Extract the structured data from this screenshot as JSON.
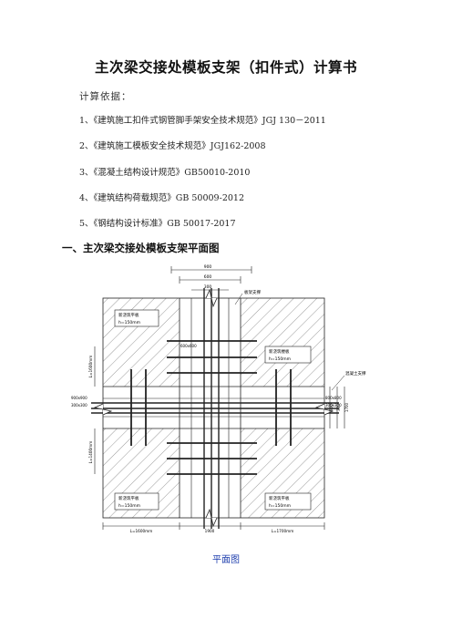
{
  "document": {
    "title": "主次梁交接处模板支架（扣件式）计算书",
    "basis_label": "计算依据：",
    "references": [
      "1、《建筑施工扣件式钢管脚手架安全技术规范》JGJ 130－2011",
      "2、《建筑施工模板安全技术规范》JGJ162-2008",
      "3、《混凝土结构设计规范》GB50010-2010",
      "4、《建筑结构荷载规范》GB 50009-2012",
      "5、《钢结构设计标准》GB 50017-2017"
    ],
    "section_heading": "一、主次梁交接处模板支架平面图",
    "figure_caption": "平面图"
  },
  "drawing": {
    "dims_top": [
      "900",
      "600",
      "300"
    ],
    "label_frame": "板架支撑",
    "label_right": "混凝土支撑",
    "slab_labels": [
      {
        "name": "新浇筑平板",
        "thick": "h=150mm"
      },
      {
        "name": "新浇筑楼板",
        "thick": "h=150mm"
      },
      {
        "name": "新浇筑平板",
        "thick": "h=150mm"
      },
      {
        "name": "新浇筑平板",
        "thick": "h=150mm"
      }
    ],
    "left_dims": [
      "L=1600mm",
      "L=1400mm"
    ],
    "left_beam_labels": [
      "900x900",
      "300x300"
    ],
    "right_beam_labels": [
      "800x800",
      "300x300"
    ],
    "right_dims": [
      "300",
      "300",
      "1700"
    ],
    "small_label": "600x600",
    "bottom_dims": [
      "L=1600mm",
      "1900",
      "L=1700mm"
    ]
  },
  "colors": {
    "line": "#222222",
    "caption": "#1f3fae"
  }
}
